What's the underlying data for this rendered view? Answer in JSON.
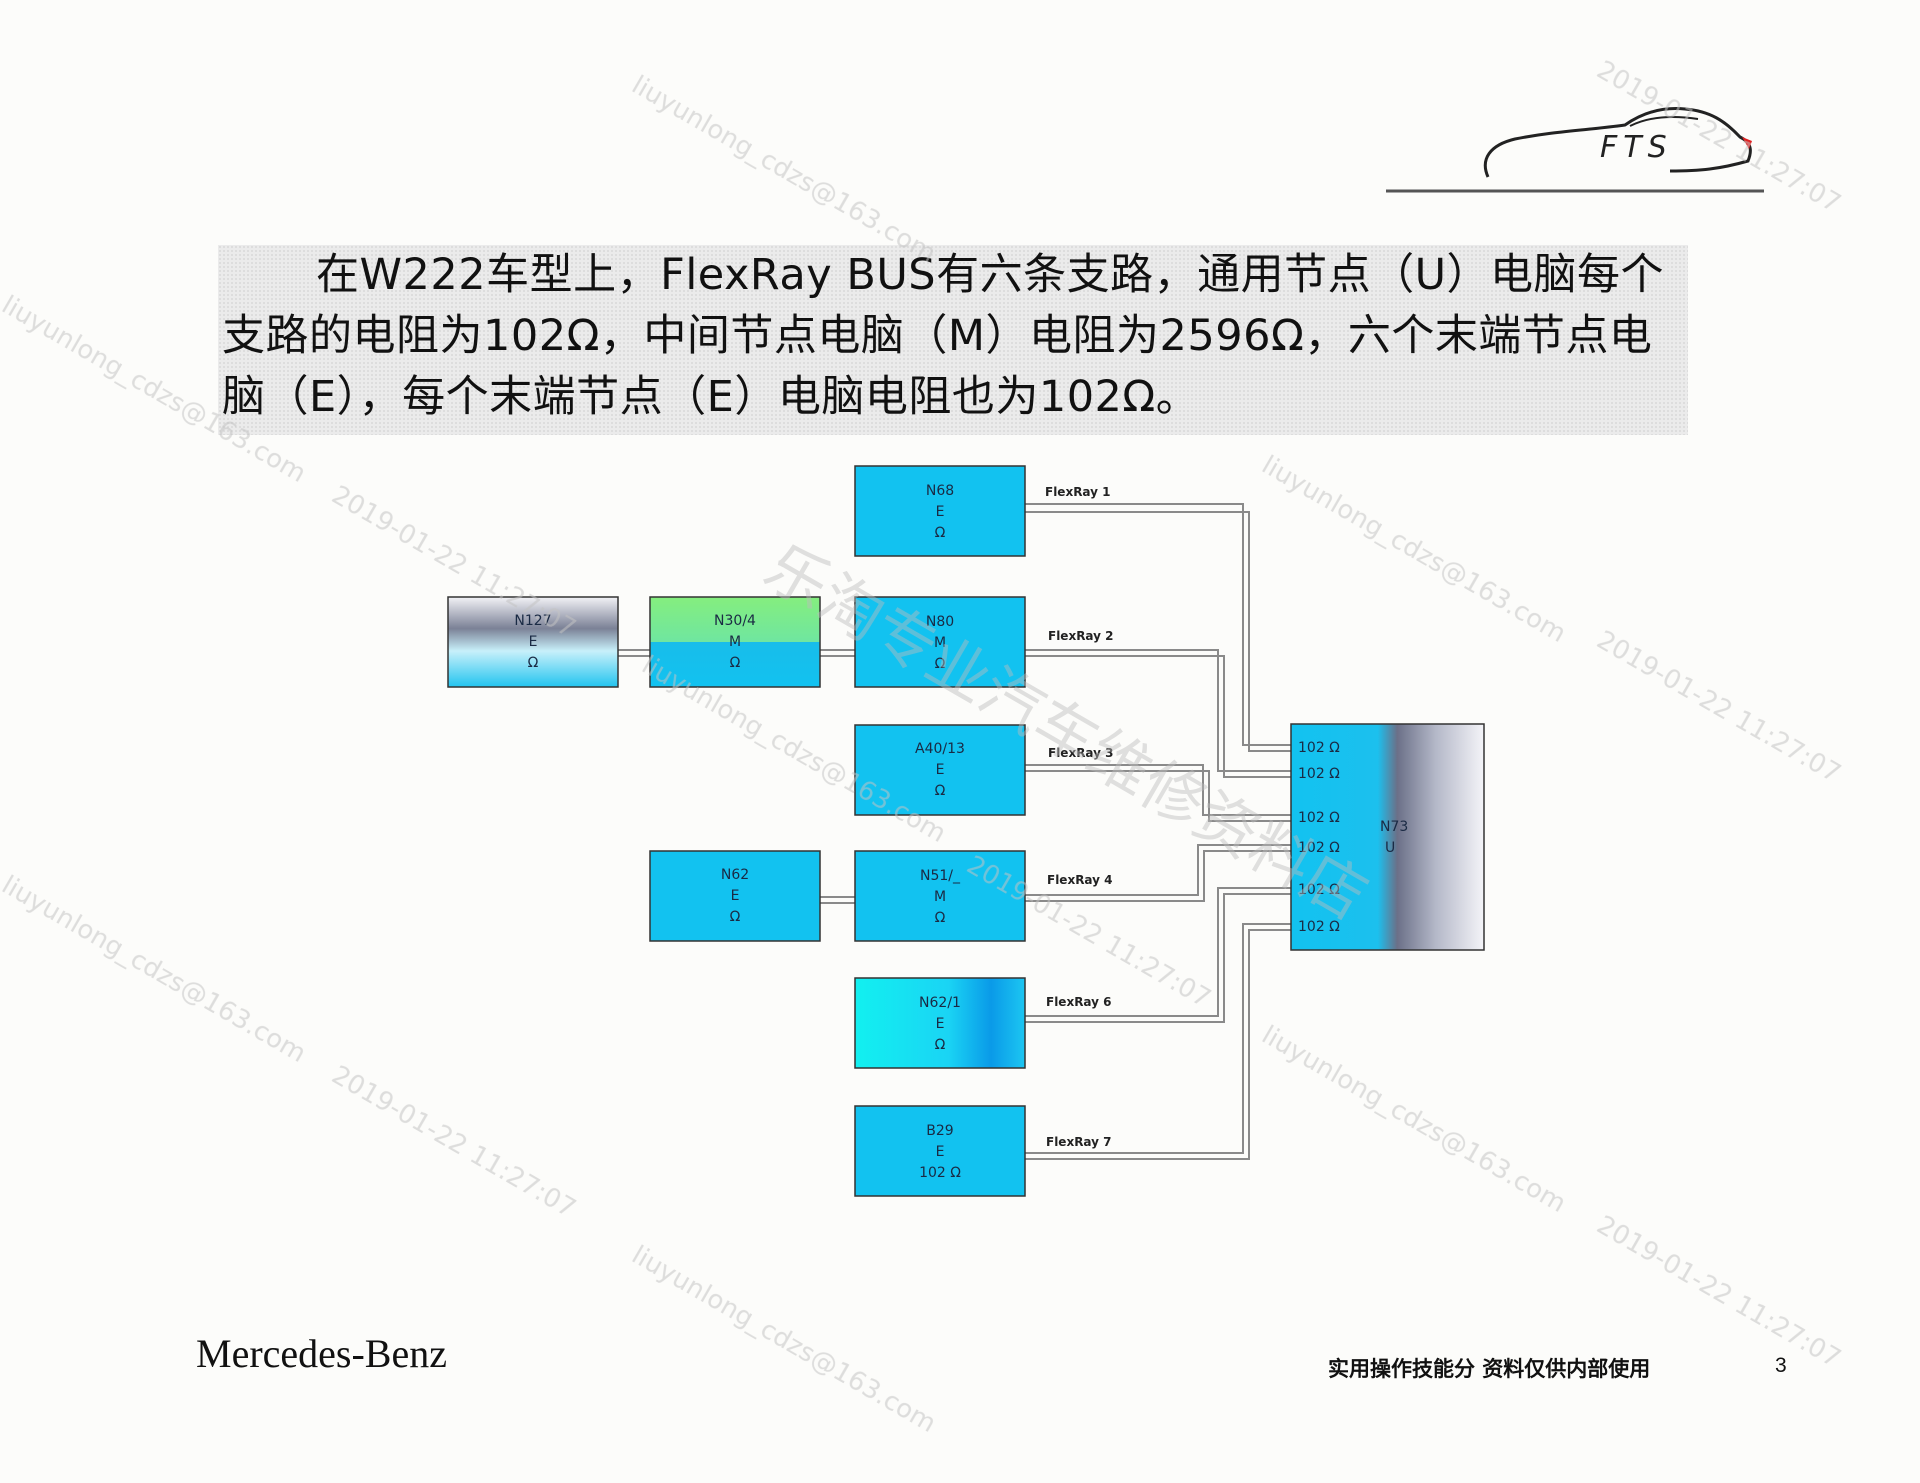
{
  "logo": {
    "text": "FTS"
  },
  "intro": {
    "text": "在W222车型上，FlexRay BUS有六条支路，通用节点（U）电脑每个支路的电阻为102Ω，中间节点电脑（M）电阻为2596Ω，六个末端节点电脑（E），每个末端节点（E）电脑电阻也为102Ω。"
  },
  "diagram": {
    "nodes": [
      {
        "id": "N68",
        "name": "N68",
        "type": "E",
        "res": "Ω"
      },
      {
        "id": "N127",
        "name": "N127",
        "type": "E",
        "res": "Ω"
      },
      {
        "id": "N30_4",
        "name": "N30/4",
        "type": "M",
        "res": "Ω"
      },
      {
        "id": "N80",
        "name": "N80",
        "type": "M",
        "res": "Ω"
      },
      {
        "id": "A40_13",
        "name": "A40/13",
        "type": "E",
        "res": "Ω"
      },
      {
        "id": "N62",
        "name": "N62",
        "type": "E",
        "res": "Ω"
      },
      {
        "id": "N51",
        "name": "N51/_",
        "type": "M",
        "res": "Ω"
      },
      {
        "id": "N62_1",
        "name": "N62/1",
        "type": "E",
        "res": "Ω"
      },
      {
        "id": "B29",
        "name": "B29",
        "type": "E",
        "res": "102 Ω"
      }
    ],
    "branches": [
      "FlexRay 1",
      "FlexRay 2",
      "FlexRay 3",
      "FlexRay 4",
      "FlexRay 6",
      "FlexRay 7"
    ],
    "hub": {
      "name": "N73",
      "type": "U",
      "ports": [
        "102 Ω",
        "102 Ω",
        "102 Ω",
        "102 Ω",
        "102 Ω",
        "102 Ω"
      ]
    }
  },
  "footer": {
    "brand": "Mercedes-Benz",
    "note": "实用操作技能分 资料仅供内部使用",
    "page": "3"
  },
  "colors": {
    "node_blue": "#12c2f0",
    "node_green": "#7bef85",
    "wire": "#8a8a8a"
  }
}
